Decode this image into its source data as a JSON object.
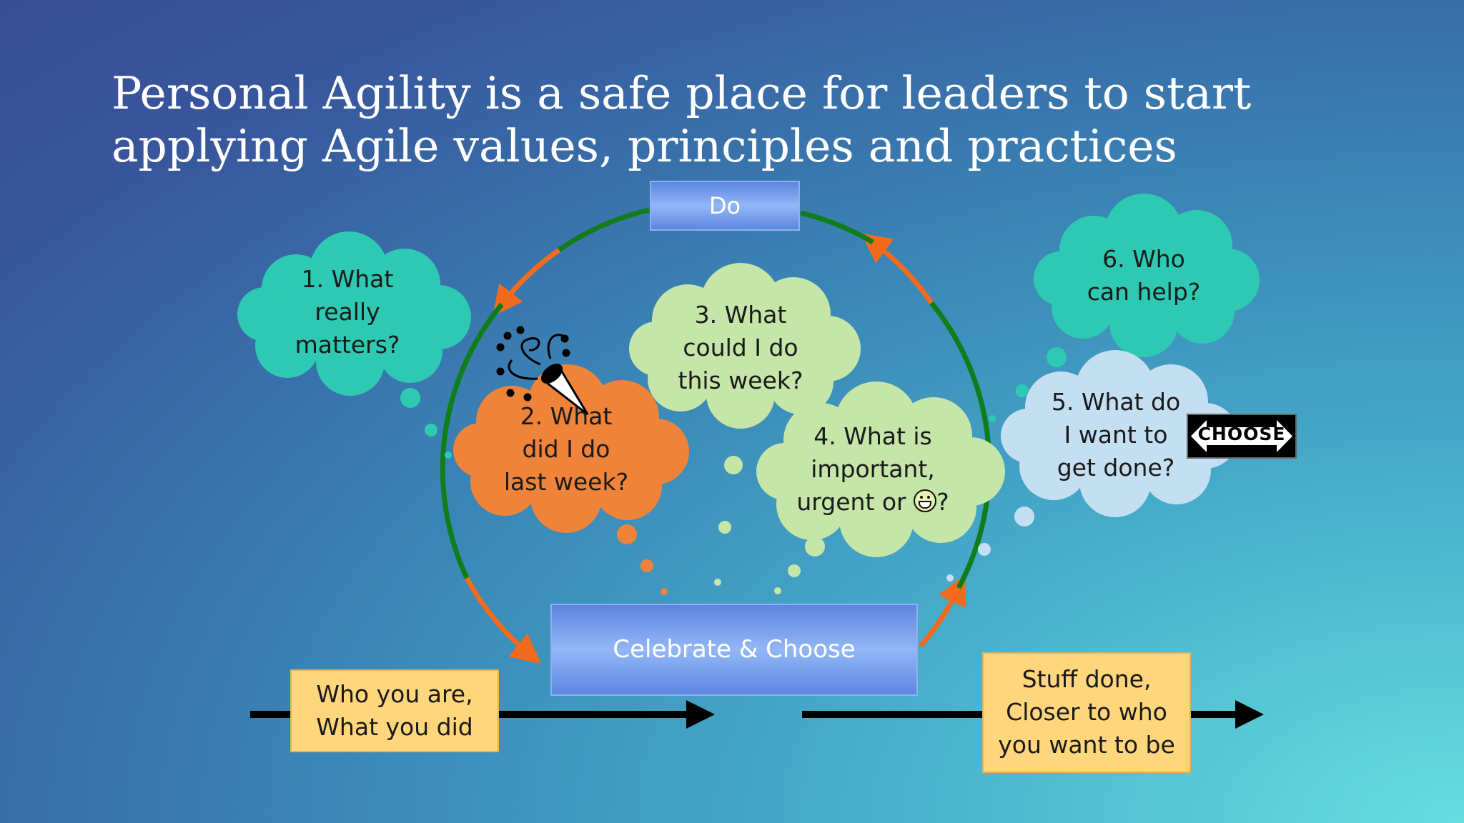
{
  "slide": {
    "title_lines": [
      "Personal Agility is a safe place for leaders to start",
      "applying Agile values, principles and practices"
    ]
  },
  "cycle": {
    "top_label": "Do",
    "bottom_label": "Celebrate & Choose"
  },
  "questions": [
    {
      "id": 1,
      "lines": [
        "1. What",
        "really",
        "matters?"
      ],
      "color": "#2ec9b2"
    },
    {
      "id": 2,
      "lines": [
        "2. What",
        "did I do",
        "last week?"
      ],
      "color": "#f0833a"
    },
    {
      "id": 3,
      "lines": [
        "3. What",
        "could I do",
        "this week?"
      ],
      "color": "#c5e6a8"
    },
    {
      "id": 4,
      "lines": [
        "4. What is",
        "important,",
        "urgent or"
      ],
      "suffix": "?",
      "suffix_icon": "grinning-face-icon",
      "color": "#c5e6a8"
    },
    {
      "id": 5,
      "lines": [
        "5. What do",
        "I want to",
        "get done?"
      ],
      "color": "#c4def2"
    },
    {
      "id": 6,
      "lines": [
        "6. Who",
        "can help?"
      ],
      "color": "#2ec9b2"
    }
  ],
  "timeline": {
    "start_box": [
      "Who you are,",
      "What you did"
    ],
    "end_box": [
      "Stuff done,",
      "Closer to who",
      "you want to be"
    ]
  },
  "sign": {
    "text": "CHOOSE",
    "icon": "double-arrow-sign-icon"
  },
  "decor": {
    "icon": "party-popper-icon"
  },
  "colors": {
    "arc_green": "#0f7d1a",
    "arc_orange": "#f26a1b",
    "box_fill": "#ffd67c",
    "cloud_teal": "#2ec9b2",
    "cloud_orange": "#f0833a",
    "cloud_green": "#c5e6a8",
    "cloud_blue": "#c4def2"
  }
}
